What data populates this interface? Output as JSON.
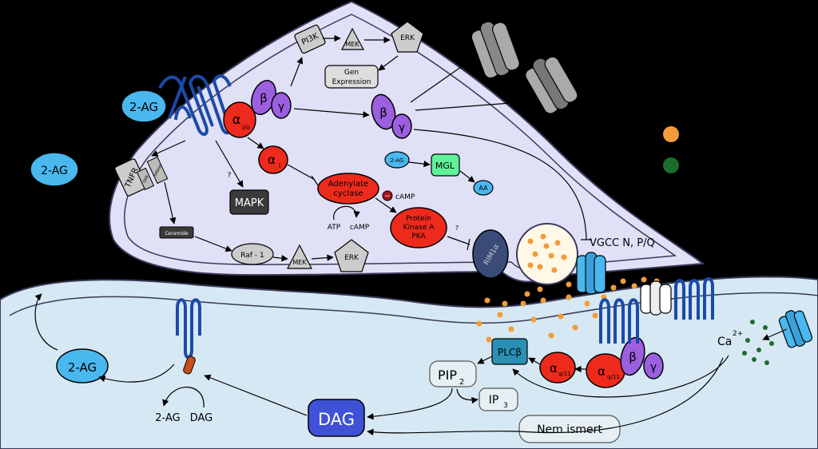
{
  "colors": {
    "background": "#000000",
    "presynaptic_fill": "#e0e0f7",
    "postsynaptic_fill": "#d6e8f3",
    "membrane_stroke": "#3a3a5a",
    "receptor_blue": "#1b4aa8",
    "alpha_red": "#ee2a1c",
    "beta_gamma_purple": "#9b5fe0",
    "ligand_blue": "#49b8ee",
    "kinase_gray": "#cccccc",
    "dark_box": "#3a3a3a",
    "mgl_green": "#5ff29a",
    "rim_blue": "#3a4b78",
    "dag_blue": "#3f51d6",
    "orange_dot": "#f39b3a",
    "green_dot": "#1e6b2e",
    "plcb_teal": "#2b8fb3",
    "dark_red": "#a5141a"
  },
  "labels": {
    "ag_2_pre": "2-AG",
    "ag_2_free": "2-AG",
    "ag_2_post": "2-AG",
    "ag_2_mgl": "2-AG",
    "pi3k": "PI3K",
    "mek_top": "MEK",
    "erk_top": "ERK",
    "gene_expression_line1": "Gen",
    "gene_expression_line2": "Expression",
    "alpha_io": "α",
    "alpha_io_sub": "i/o",
    "beta": "β",
    "gamma": "γ",
    "beta2": "β",
    "gamma2": "γ",
    "alpha_i": "α",
    "alpha_i_sub": "i",
    "tnfr": "TNFR",
    "fan": "FAN",
    "smase": "SMase",
    "question1": "?",
    "question2": "?",
    "mapk": "MAPK",
    "adenylate_line1": "Adenylate",
    "adenylate_line2": "cyclase",
    "camp_small": "cAMP",
    "minus_sign": "−",
    "atp": "ATP",
    "camp_cycle": "cAMP",
    "mgl": "MGL",
    "aa": "AA",
    "pka_line1": "Protein",
    "pka_line2": "Kinase A",
    "pka_line3": "PKA",
    "rim": "RIM1α",
    "ceramide": "Ceramide",
    "raf": "Raf - 1",
    "mek_bottom": "MEK",
    "erk_bottom": "ERK",
    "vgcc": "VGCC N, P/Q",
    "ca": "Ca",
    "ca_sup": "2+",
    "plcb": "PLCβ",
    "alpha_q1": "α",
    "alpha_q1_sub": "q/11",
    "alpha_q2": "α",
    "alpha_q2_sub": "q/11",
    "beta3": "β",
    "gamma3": "γ",
    "pip2": "PIP",
    "pip2_sub": "2",
    "ip3": "IP",
    "ip3_sub": "3",
    "dag": "DAG",
    "dag_small": "DAG",
    "ag_2_small": "2-AG",
    "nem_ismert": "Nem ismert"
  }
}
